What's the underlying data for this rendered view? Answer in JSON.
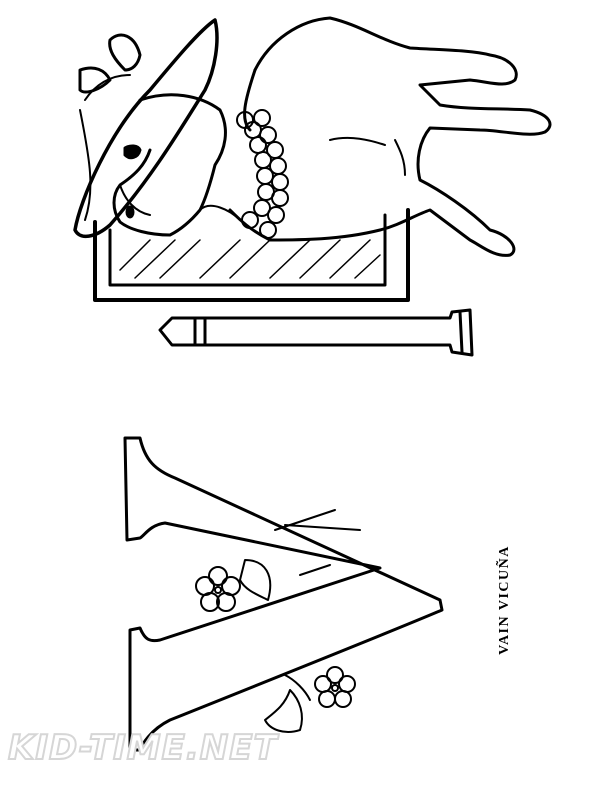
{
  "page": {
    "type": "coloring-page",
    "caption": "VAIN VICUÑA",
    "letter": "V",
    "watermark": "KID-TIME.NET"
  },
  "illustration": {
    "subject": "vicuna wearing hat and bead necklace looking into mirror",
    "elements": [
      "hat",
      "vicuna",
      "bead-necklace",
      "mirror",
      "pole",
      "letter-v",
      "flowers"
    ]
  },
  "colors": {
    "line": "#000000",
    "background": "#ffffff",
    "watermark": "#d6d6d6"
  }
}
